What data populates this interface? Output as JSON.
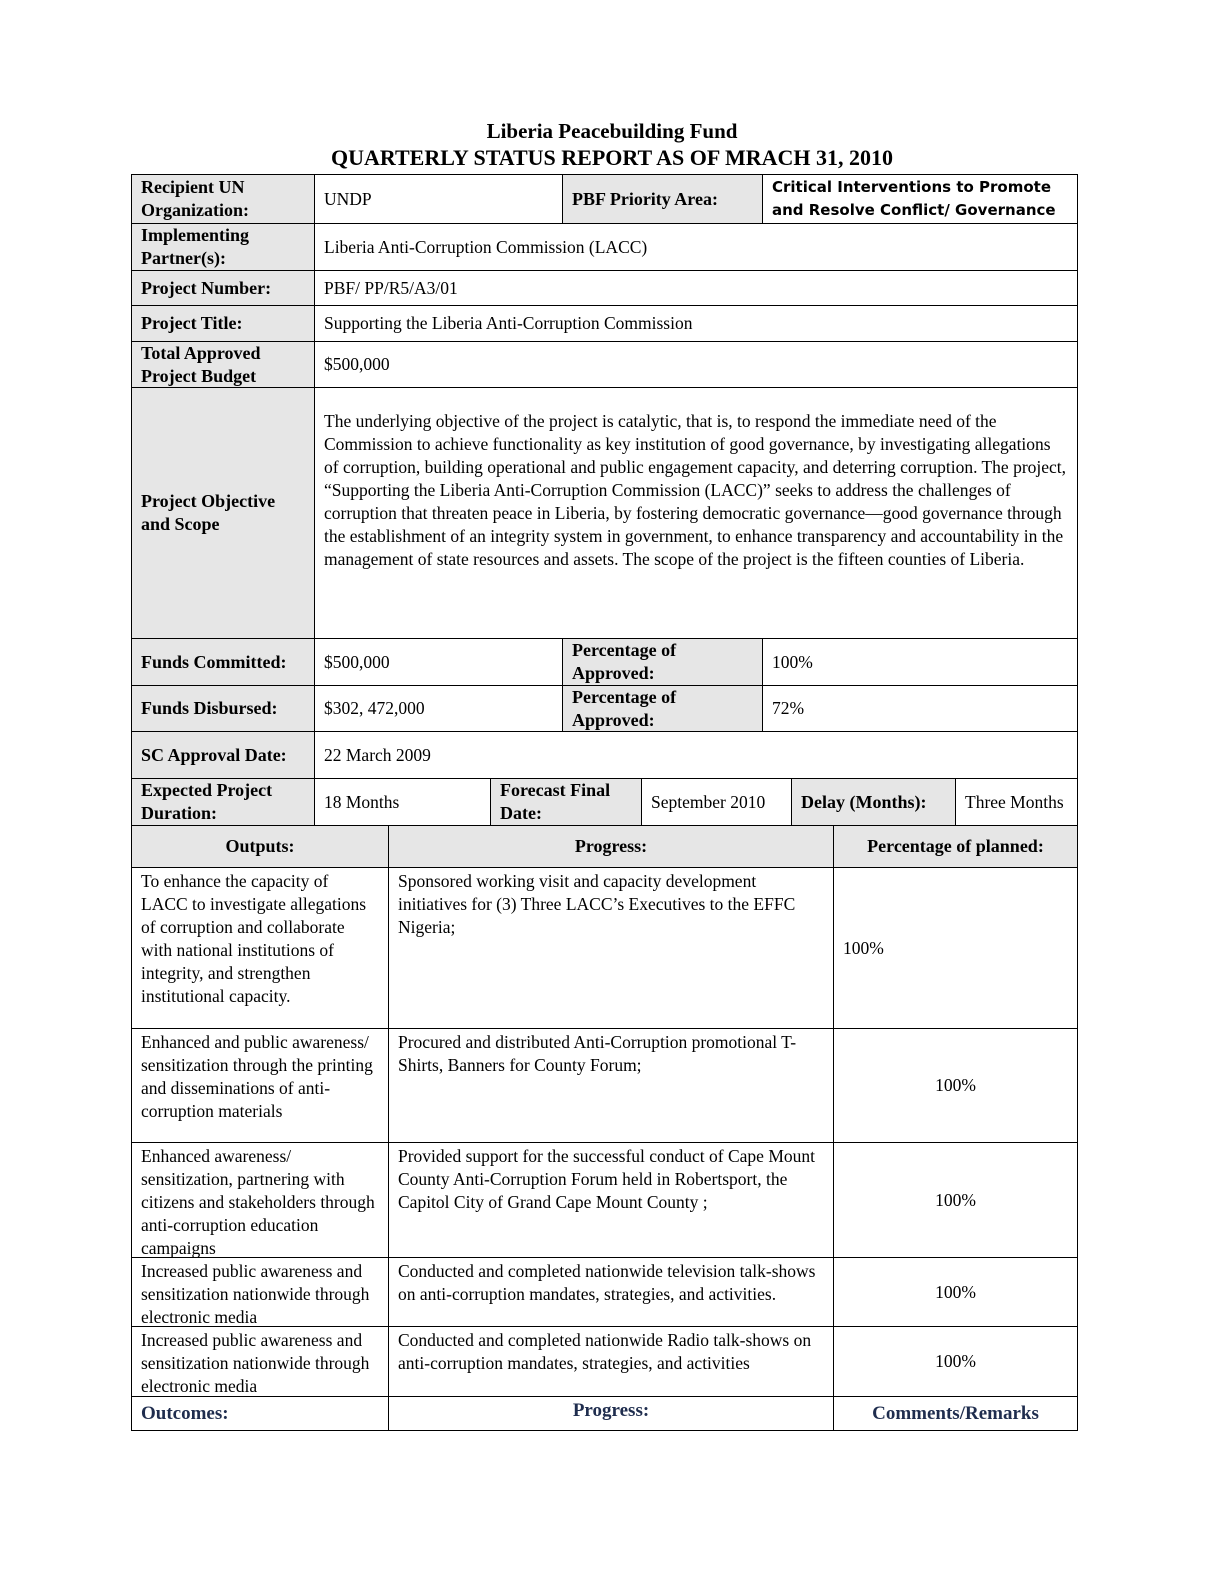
{
  "header": {
    "title_line1": "Liberia Peacebuilding Fund",
    "title_line2": "QUARTERLY STATUS REPORT AS OF MRACH 31, 2010"
  },
  "info": {
    "recipient_label": "Recipient UN Organization:",
    "recipient_value": "UNDP",
    "priority_label": "PBF Priority Area:",
    "priority_value": "Critical Interventions to Promote and Resolve Conflict/ Governance",
    "partner_label": "Implementing Partner(s):",
    "partner_value": "Liberia Anti-Corruption Commission (LACC)",
    "project_number_label": "Project Number:",
    "project_number_value": "PBF/ PP/R5/A3/01",
    "project_title_label": "Project Title:",
    "project_title_value": "Supporting the Liberia Anti-Corruption Commission",
    "budget_label": "Total Approved Project Budget",
    "budget_value": "$500,000",
    "objective_label": "Project Objective and Scope",
    "objective_value": "The underlying objective of the project is catalytic, that is, to respond the immediate need of the Commission to achieve functionality as key institution of good governance, by investigating allegations of corruption, building operational and public engagement capacity, and deterring corruption. The project, “Supporting the Liberia Anti-Corruption Commission (LACC)” seeks to address the challenges of corruption that threaten peace in Liberia, by fostering democratic governance—good governance through the establishment of an integrity system in government, to enhance transparency and accountability in the management of state resources and assets. The scope of the project is the fifteen counties of Liberia.",
    "funds_committed_label": "Funds Committed:",
    "funds_committed_value": "$500,000",
    "committed_pct_label": "Percentage of Approved:",
    "committed_pct_value": "100%",
    "funds_disbursed_label": "Funds Disbursed:",
    "funds_disbursed_value": "$302, 472,000",
    "disbursed_pct_label": "Percentage of Approved:",
    "disbursed_pct_value": "72%",
    "sc_approval_label": "SC Approval Date:",
    "sc_approval_value": "22 March  2009",
    "duration_label": "Expected Project Duration:",
    "duration_value": "18 Months",
    "forecast_label": "Forecast Final Date:",
    "forecast_value": "September 2010",
    "delay_label": "Delay (Months):",
    "delay_value": "Three Months"
  },
  "outputs_table": {
    "headers": [
      "Outputs:",
      "Progress:",
      "Percentage of planned:"
    ],
    "rows": [
      {
        "output": "To enhance the capacity of LACC to investigate allegations of corruption and collaborate with national institutions of integrity, and strengthen institutional capacity.",
        "progress": "Sponsored working visit and capacity development initiatives for (3) Three LACC’s Executives to the EFFC Nigeria;",
        "percentage": "100%"
      },
      {
        "output": "Enhanced and public awareness/ sensitization through the printing and disseminations of anti-corruption materials",
        "progress": "Procured and distributed Anti-Corruption promotional T-Shirts, Banners for County Forum;",
        "percentage": "100%"
      },
      {
        "output": "Enhanced awareness/ sensitization, partnering with citizens and stakeholders through anti-corruption education campaigns",
        "progress": "Provided support for the successful conduct of Cape Mount County Anti-Corruption Forum held in Robertsport, the Capitol City of Grand Cape Mount County ;",
        "percentage": "100%"
      },
      {
        "output": "Increased public awareness and sensitization nationwide through electronic media",
        "progress": "Conducted and completed nationwide television talk-shows on anti-corruption mandates, strategies, and activities.",
        "percentage": "100%"
      },
      {
        "output": "Increased public awareness and sensitization nationwide through electronic media",
        "progress": "Conducted and completed nationwide Radio talk-shows on anti-corruption mandates, strategies, and activities",
        "percentage": "100%"
      }
    ]
  },
  "outcomes_table": {
    "headers": [
      "Outcomes:",
      "Progress:",
      "Comments/Remarks"
    ],
    "header_color": "#1f2d4e"
  }
}
